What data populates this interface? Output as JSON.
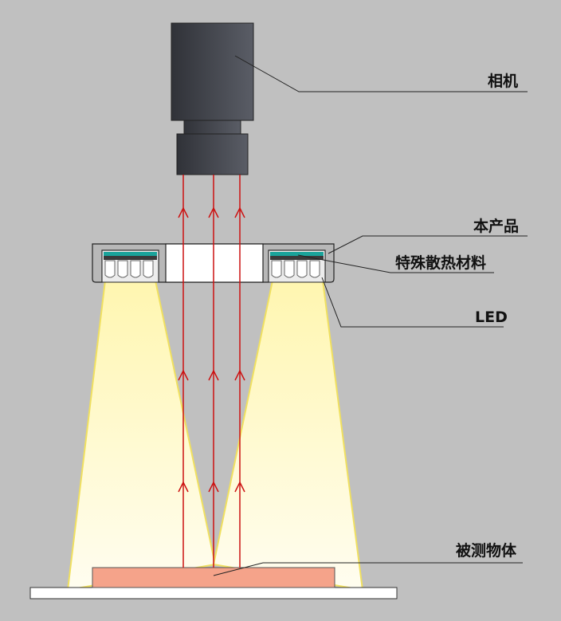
{
  "labels": {
    "camera": "相机",
    "product": "本产品",
    "heat_material": "特殊散热材料",
    "led": "LED",
    "object": "被测物体"
  },
  "colors": {
    "background": "#c0c0c0",
    "camera_body": "#3f4147",
    "light_beam": "#fff5a8",
    "light_edge": "#f4e65c",
    "ray": "#cc1111",
    "heat_material": "#1aa39a",
    "object": "#f5a38a",
    "base_plate": "#ffffff",
    "housing": "#b8b8b8"
  }
}
